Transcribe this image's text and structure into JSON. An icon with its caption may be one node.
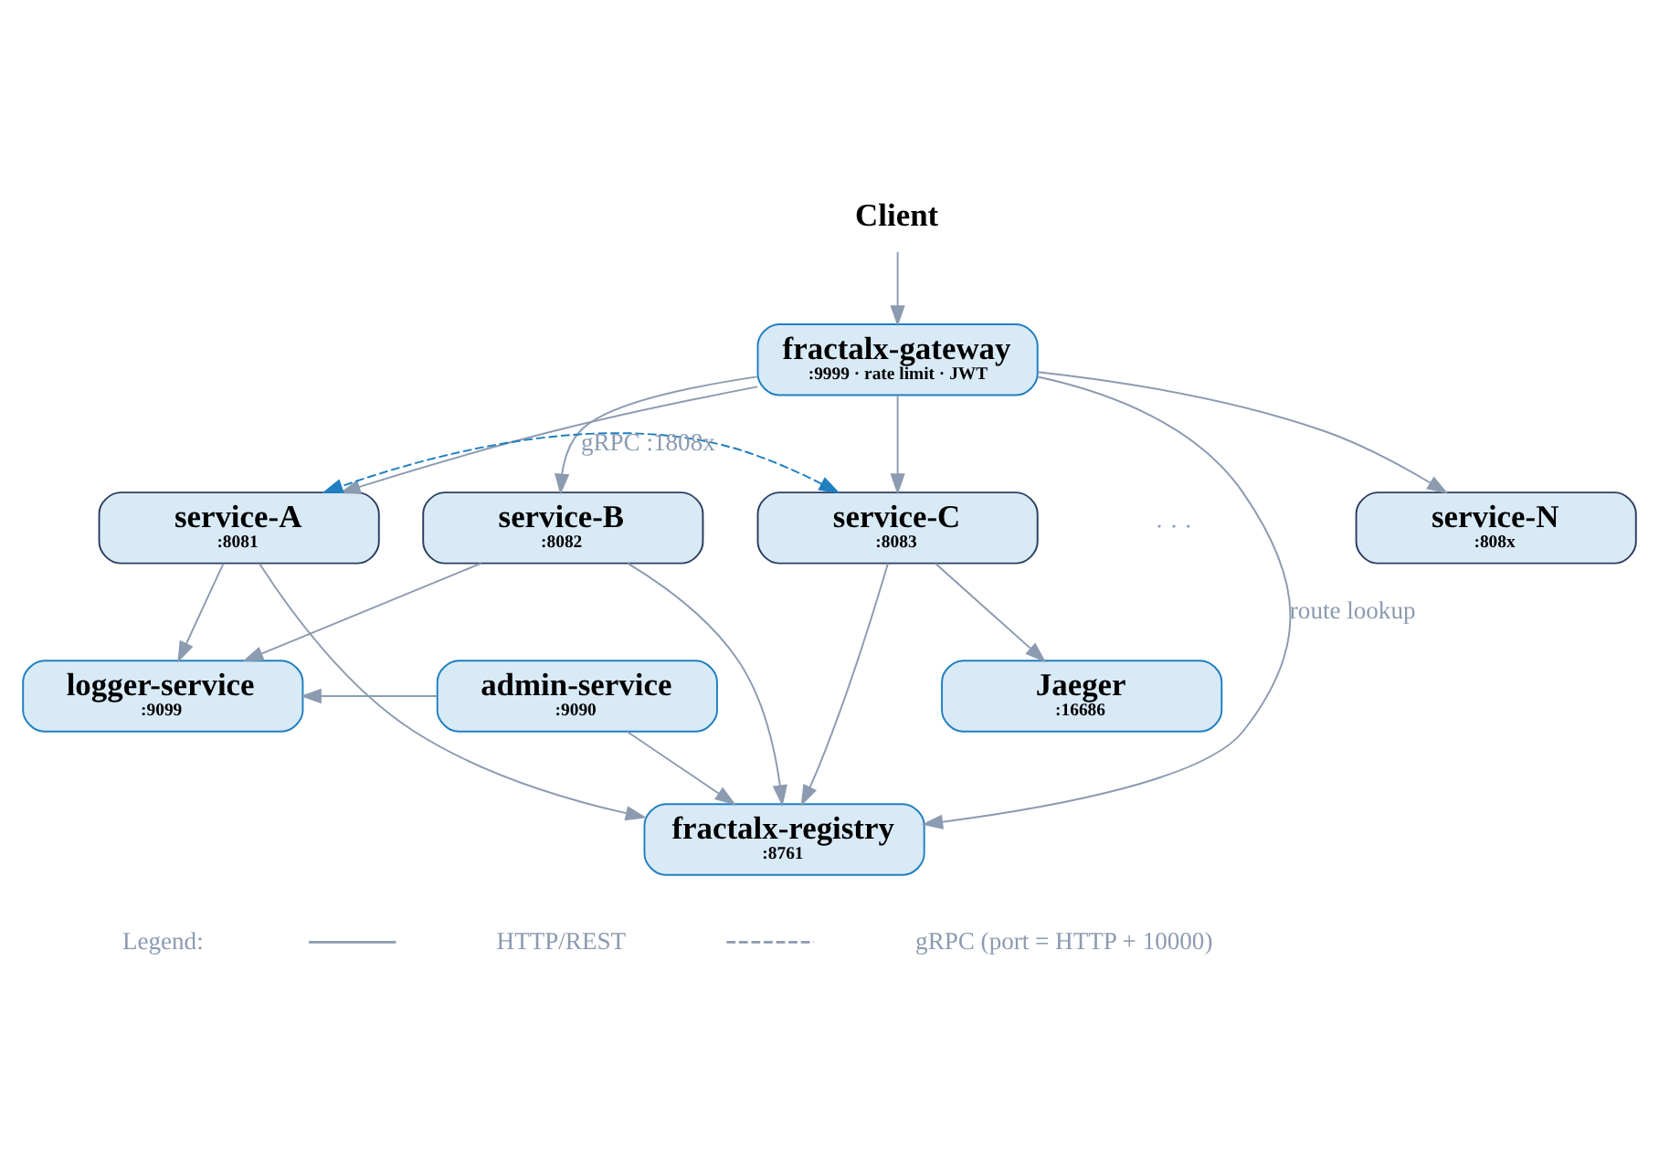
{
  "diagram": {
    "nodes": [
      {
        "text": [
          "Client"
        ]
      },
      {
        "text": [
          "fractalx-gateway",
          ":9999 · rate limit · JWT"
        ]
      },
      {
        "text": [
          "service-A",
          ":8081"
        ]
      },
      {
        "text": [
          "service-B",
          ":8082"
        ]
      },
      {
        "text": [
          "service-C",
          ":8083"
        ]
      },
      {
        "text": [
          "service-N",
          ":808x"
        ]
      },
      {
        "text": [
          "fractalx-registry",
          ":8761"
        ]
      },
      {
        "text": [
          "admin-service",
          ":9090"
        ]
      },
      {
        "text": [
          "logger-service",
          ":9099"
        ]
      },
      {
        "text": [
          "Jaeger",
          ":16686"
        ]
      }
    ],
    "edges": [
      {
        "from": 0,
        "to": 1,
        "arrow": "to"
      },
      {
        "from": 1,
        "to": 2,
        "arrow": "to"
      },
      {
        "from": 1,
        "to": 3,
        "arrow": "to"
      },
      {
        "from": 1,
        "to": 4,
        "arrow": "to"
      },
      {
        "from": 1,
        "to": 5,
        "arrow": "to"
      },
      {
        "from": 1,
        "to": 6,
        "arrow": "to",
        "label": "route lookup"
      },
      {
        "from": 2,
        "to": 6,
        "arrow": "to"
      },
      {
        "from": 3,
        "to": 6,
        "arrow": "to"
      },
      {
        "from": 4,
        "to": 6,
        "arrow": "to"
      },
      {
        "from": 2,
        "to": 8,
        "arrow": "to"
      },
      {
        "from": 3,
        "to": 8,
        "arrow": "to"
      },
      {
        "from": 4,
        "to": 9,
        "arrow": "to"
      },
      {
        "from": 7,
        "to": 6,
        "arrow": "to"
      },
      {
        "from": 7,
        "to": 8,
        "arrow": "to"
      },
      {
        "from": 4,
        "to": 2,
        "arrow": "both",
        "label": "gRPC :1808x",
        "style": "dashed",
        "color": "#1f7fc0"
      }
    ],
    "labels": [
      "· · ·",
      "Legend:"
    ],
    "legend": [
      {
        "text": "HTTP/REST"
      },
      {
        "text": "gRPC (port = HTTP + 10000)"
      }
    ]
  }
}
